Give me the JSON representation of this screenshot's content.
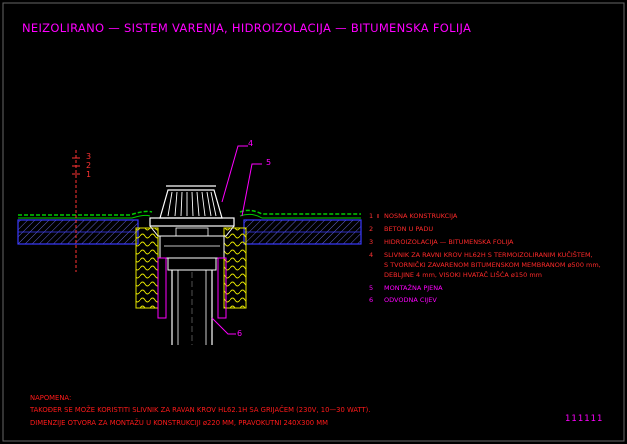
{
  "title": "NEIZOLIRANO — SISTEM VARENJA, HIDROIZOLACIJA — BITUMENSKA FOLIJA",
  "layer_marks": [
    "3",
    "2",
    "1"
  ],
  "callouts": {
    "c4": "4",
    "c5": "5",
    "c6": "6"
  },
  "legend": [
    {
      "num": "1",
      "lines": [
        "NOSNA KONSTRUKCIJA"
      ],
      "color": "#ff3333"
    },
    {
      "num": "2",
      "lines": [
        "BETON U PADU"
      ],
      "color": "#ff3333"
    },
    {
      "num": "3",
      "lines": [
        "HIDROIZOLACIJA — BITUMENSKA FOLIJA"
      ],
      "color": "#ff3333"
    },
    {
      "num": "4",
      "lines": [
        "SLIVNIK ZA RAVNI KROV HL62H S TERMOIZOLIRANIM KUČIŠTEM,",
        "S TVORNIČKI ZAVARENOM BITUMENSKOM MEMBRANOM ø500 mm,",
        "DEBLJINE 4 mm, VISOKI HVATAČ LIŠĆA ø150 mm"
      ],
      "color": "#ff3333"
    },
    {
      "num": "5",
      "lines": [
        "MONTAŽNA PJENA"
      ],
      "color": "#ff00ff"
    },
    {
      "num": "6",
      "lines": [
        "ODVODNA CIJEV"
      ],
      "color": "#ff00ff"
    }
  ],
  "note": {
    "heading": "NAPOMENA:",
    "line1": "TAKOĐER SE MOŽE KORISTITI SLIVNIK ZA RAVAN KROV HL62.1H SA GRIJAČEM (230V, 10—30 WATT).",
    "line2": "DIMENZIJE OTVORA ZA MONTAŽU U KONSTRUKCIJI ø220 MM, PRAVOKUTNI 240X300 MM"
  },
  "sheet_code": "111111",
  "colors": {
    "background": "#000000",
    "title": "#ff00ff",
    "concrete": "#3a3aff",
    "membrane": "#00cc00",
    "insulation": "#e6e600",
    "structure": "#ffffff",
    "legend": "#ff3333",
    "callout_line": "#ff00ff"
  }
}
